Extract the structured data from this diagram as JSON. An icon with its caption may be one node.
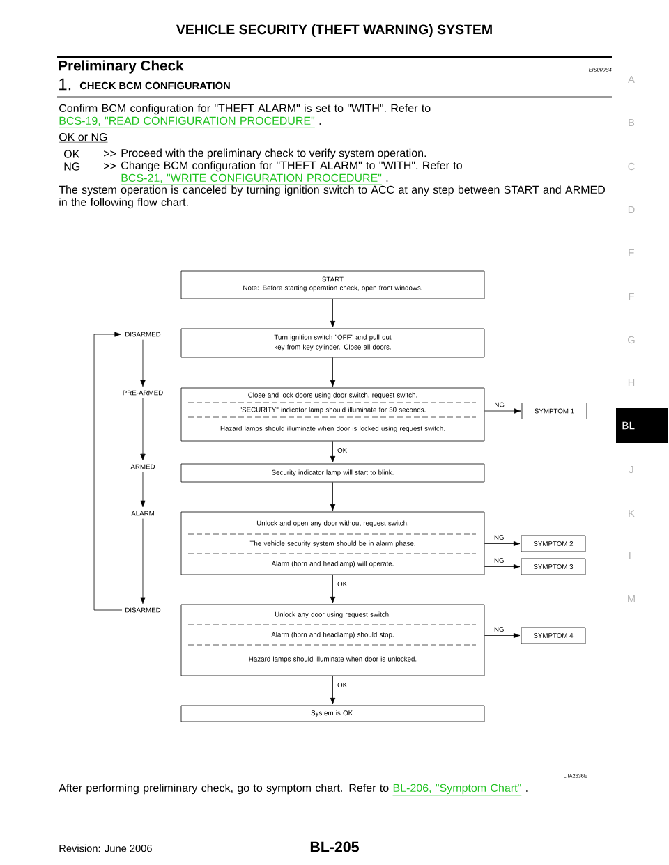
{
  "diagram": {
    "title": "VEHICLE SECURITY (THEFT WARNING) SYSTEM",
    "nodes": [
      {
        "text": [
          "START",
          "Note: Before starting operation check, open front windows."
        ]
      },
      {
        "text": [
          "Turn ignition switch \"OFF\" and pull out key from key cylinder. Close all doors."
        ]
      },
      {
        "text": [
          "Close and lock doors using door switch, request switch.",
          "\"SECURITY\" indicator lamp should illuminate for 30 seconds.",
          "Hazard lamps should illuminate when door is locked using request switch."
        ]
      },
      {
        "text": [
          "SYMPTOM 1"
        ]
      },
      {
        "text": [
          "Security indicator lamp will start to blink."
        ]
      },
      {
        "text": [
          "Unlock and open any door without request switch.",
          "The vehicle security system should be in alarm phase.",
          "Alarm (horn and headlamp) will operate."
        ]
      },
      {
        "text": [
          "SYMPTOM 2"
        ]
      },
      {
        "text": [
          "SYMPTOM 3"
        ]
      },
      {
        "text": [
          "Unlock any door using request switch.",
          "Alarm (horn and headlamp) should stop.",
          "Hazard lamps should illuminate when door is unlocked."
        ]
      },
      {
        "text": [
          "SYMPTOM 4"
        ]
      },
      {
        "text": [
          "System is OK."
        ]
      },
      {
        "text": [
          "DISARMED"
        ]
      },
      {
        "text": [
          "PRE-ARMED"
        ]
      },
      {
        "text": [
          "ARMED"
        ]
      },
      {
        "text": [
          "ALARM"
        ]
      },
      {
        "text": [
          "DISARMED"
        ]
      }
    ],
    "edges": [
      {
        "from": 0,
        "to": 1,
        "arrow": "to"
      },
      {
        "from": 1,
        "to": 2,
        "arrow": "to"
      },
      {
        "from": 2,
        "to": 3,
        "arrow": "to",
        "label": "NG"
      },
      {
        "from": 2,
        "to": 4,
        "arrow": "to",
        "label": "OK"
      },
      {
        "from": 4,
        "to": 5,
        "arrow": "to"
      },
      {
        "from": 5,
        "to": 6,
        "arrow": "to",
        "label": "NG"
      },
      {
        "from": 5,
        "to": 7,
        "arrow": "to",
        "label": "NG"
      },
      {
        "from": 5,
        "to": 8,
        "arrow": "to",
        "label": "OK"
      },
      {
        "from": 8,
        "to": 9,
        "arrow": "to",
        "label": "NG"
      },
      {
        "from": 8,
        "to": 10,
        "arrow": "to",
        "label": "OK"
      },
      {
        "from": 11,
        "to": 12,
        "arrow": "to"
      },
      {
        "from": 12,
        "to": 13,
        "arrow": "to"
      },
      {
        "from": 13,
        "to": 14,
        "arrow": "to"
      },
      {
        "from": 14,
        "to": 15,
        "arrow": "to"
      },
      {
        "from": 15,
        "to": 11,
        "arrow": "to"
      }
    ],
    "labels": [
      "Preliminary Check",
      "EIS009B4",
      "1.",
      "CHECK BCM CONFIGURATION",
      "Confirm BCM configuration for \"THEFT ALARM\" is set to \"WITH\". Refer to",
      "BCS-19, \"READ CONFIGURATION PROCEDURE\"",
      ".",
      "OK or NG",
      "OK",
      ">>",
      "Proceed with the preliminary check to verify system operation.",
      "NG",
      ">>",
      "Change BCM configuration for \"THEFT ALARM\" to \"WITH\". Refer to",
      "BCS-21, \"WRITE CONFIGURATION PROCEDURE\"",
      ".",
      "The system operation is canceled by turning ignition switch to ACC at any step between START and ARMED in the following flow chart.",
      "LIIA2636E",
      "After performing preliminary check, go to symptom chart. Refer to",
      "BL-206, \"Symptom Chart\"",
      ".",
      "A",
      "B",
      "C",
      "D",
      "E",
      "F",
      "G",
      "H",
      "BL",
      "J",
      "K",
      "L",
      "M",
      "Revision: June 2006",
      "BL-205"
    ]
  }
}
